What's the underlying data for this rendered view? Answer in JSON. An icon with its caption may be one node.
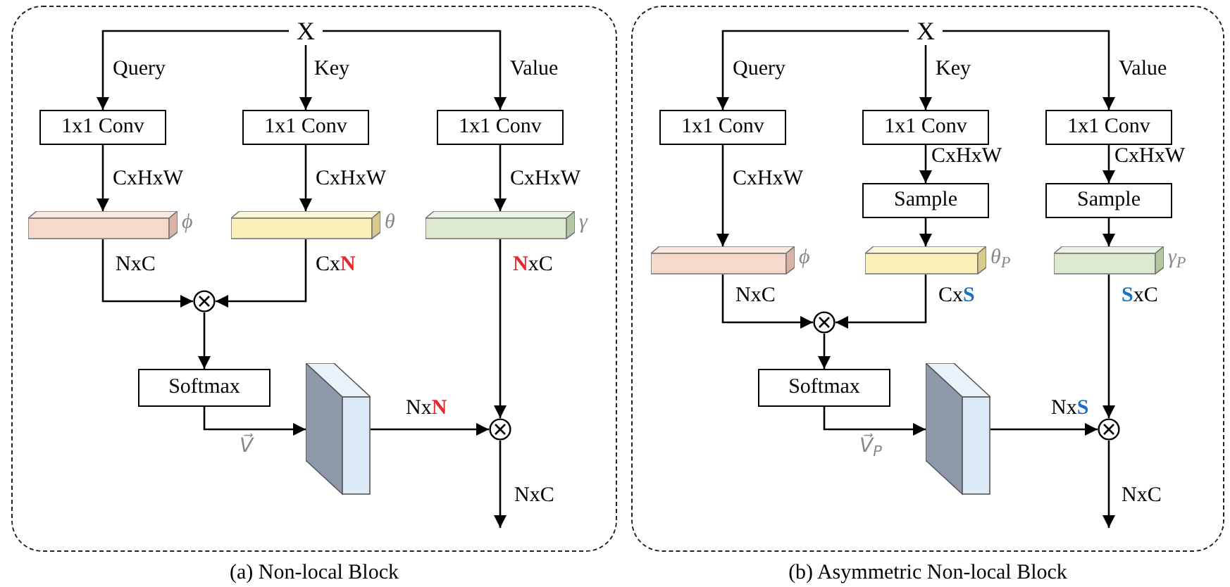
{
  "diagram": {
    "nodes": [
      {
        "text": [
          "(a) Non-local Block"
        ]
      },
      {
        "text": [
          "X"
        ],
        "in": 0
      },
      {
        "text": [
          "1x1 Conv"
        ],
        "in": 0
      },
      {
        "text": [
          "1x1 Conv"
        ],
        "in": 0
      },
      {
        "text": [
          "1x1 Conv"
        ],
        "in": 0
      },
      {
        "text": [],
        "shape": "bar",
        "in": 0,
        "beside": [
          "ϕ"
        ]
      },
      {
        "text": [],
        "shape": "bar",
        "in": 0,
        "beside": [
          "θ"
        ]
      },
      {
        "text": [],
        "shape": "bar",
        "in": 0,
        "beside": [
          "γ"
        ]
      },
      {
        "text": [],
        "shape": "circle",
        "in": 0
      },
      {
        "text": [
          "Softmax"
        ],
        "in": 0
      },
      {
        "text": [],
        "shape": "box",
        "in": 0
      },
      {
        "text": [],
        "shape": "circle",
        "in": 0
      },
      {
        "text": [
          "(b) Asymmetric Non-local Block"
        ]
      },
      {
        "text": [
          "X"
        ],
        "in": 12
      },
      {
        "text": [
          "1x1 Conv"
        ],
        "in": 12
      },
      {
        "text": [
          "1x1 Conv"
        ],
        "in": 12
      },
      {
        "text": [
          "1x1 Conv"
        ],
        "in": 12
      },
      {
        "text": [
          "Sample"
        ],
        "in": 12
      },
      {
        "text": [
          "Sample"
        ],
        "in": 12
      },
      {
        "text": [],
        "shape": "bar",
        "in": 12,
        "beside": [
          "ϕ"
        ]
      },
      {
        "text": [],
        "shape": "bar",
        "in": 12,
        "beside": [
          "θ$_{P}$"
        ]
      },
      {
        "text": [],
        "shape": "bar",
        "in": 12,
        "beside": [
          "γ$_{P}$"
        ]
      },
      {
        "text": [],
        "shape": "circle",
        "in": 12
      },
      {
        "text": [
          "Softmax"
        ],
        "in": 12
      },
      {
        "text": [],
        "shape": "box",
        "in": 12
      },
      {
        "text": [],
        "shape": "circle",
        "in": 12
      }
    ],
    "edges": [
      {
        "from": 1,
        "to": 2,
        "arrow": "to",
        "label": "Query"
      },
      {
        "from": 1,
        "to": 3,
        "arrow": "to",
        "label": "Key"
      },
      {
        "from": 1,
        "to": 4,
        "arrow": "to",
        "label": "Value"
      },
      {
        "from": 2,
        "to": 5,
        "arrow": "to",
        "label": "CxHxW"
      },
      {
        "from": 3,
        "to": 6,
        "arrow": "to",
        "label": "CxHxW"
      },
      {
        "from": 4,
        "to": 7,
        "arrow": "to",
        "label": "CxHxW"
      },
      {
        "from": 5,
        "to": 8,
        "arrow": "to",
        "label": "NxC"
      },
      {
        "from": 6,
        "to": 8,
        "arrow": "to",
        "label": "Cx**N**"
      },
      {
        "from": 7,
        "to": 11,
        "arrow": "to",
        "label": "**N**xC"
      },
      {
        "from": 8,
        "to": 9,
        "arrow": "to"
      },
      {
        "from": 9,
        "to": 10,
        "arrow": "to",
        "label": "V⃗"
      },
      {
        "from": 10,
        "to": 11,
        "arrow": "to",
        "label": "Nx**N**"
      },
      {
        "from": 11,
        "to": null,
        "arrow": "to",
        "label": "NxC"
      },
      {
        "from": 13,
        "to": 14,
        "arrow": "to",
        "label": "Query"
      },
      {
        "from": 13,
        "to": 15,
        "arrow": "to",
        "label": "Key"
      },
      {
        "from": 13,
        "to": 16,
        "arrow": "to",
        "label": "Value"
      },
      {
        "from": 14,
        "to": 19,
        "arrow": "to",
        "label": "CxHxW"
      },
      {
        "from": 15,
        "to": 17,
        "arrow": "to",
        "label": "CxHxW"
      },
      {
        "from": 16,
        "to": 18,
        "arrow": "to",
        "label": "CxHxW"
      },
      {
        "from": 17,
        "to": 20,
        "arrow": "to"
      },
      {
        "from": 18,
        "to": 21,
        "arrow": "to"
      },
      {
        "from": 19,
        "to": 22,
        "arrow": "to",
        "label": "NxC"
      },
      {
        "from": 20,
        "to": 22,
        "arrow": "to",
        "label": "Cx**S**"
      },
      {
        "from": 21,
        "to": 25,
        "arrow": "to",
        "label": "**S**xC"
      },
      {
        "from": 22,
        "to": 23,
        "arrow": "to"
      },
      {
        "from": 23,
        "to": 24,
        "arrow": "to",
        "label": "V⃗$_{P}$"
      },
      {
        "from": 24,
        "to": 25,
        "arrow": "to",
        "label": "Nx**S**"
      },
      {
        "from": 25,
        "to": null,
        "arrow": "to",
        "label": "NxC"
      }
    ]
  }
}
